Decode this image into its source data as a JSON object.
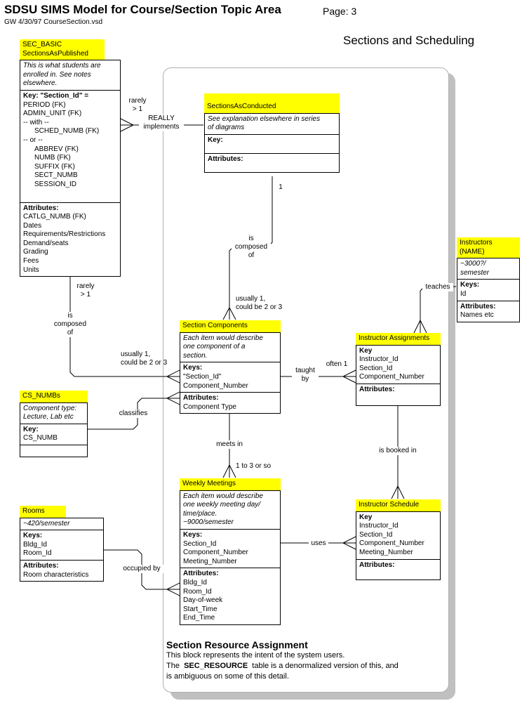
{
  "header": {
    "title": "SDSU SIMS Model for Course/Section Topic Area",
    "page": "Page: 3",
    "subtitle": "GW 4/30/97 CourseSection.vsd",
    "heading": "Sections and Scheduling"
  },
  "entities": {
    "sec_basic": {
      "title": [
        "SEC_BASIC",
        "SectionsAsPublished"
      ],
      "note": [
        "This is what students are",
        "enrolled in. See notes",
        "elsewhere."
      ],
      "keys_label": "Key: \"Section_Id\" =",
      "keys": [
        "PERIOD (FK)",
        "ADMIN_UNIT (FK)",
        "-- with --"
      ],
      "keys_with": [
        "SCHED_NUMB (FK)"
      ],
      "keys_or": "-- or --",
      "keys_or_items": [
        "ABBREV (FK)",
        "NUMB (FK)",
        "SUFFIX (FK)",
        "SECT_NUMB",
        "SESSION_ID"
      ],
      "attr_label": "Attributes:",
      "attrs": [
        "CATLG_NUMB (FK)",
        "Dates",
        "Requirements/Restrictions",
        "Demand/seats",
        "Grading",
        "Fees",
        "Units"
      ]
    },
    "sections_conducted": {
      "title": "SectionsAsConducted",
      "note": [
        "See explanation elsewhere in series",
        "of diagrams"
      ],
      "keys_label": "Key:",
      "attr_label": "Attributes:"
    },
    "instructors": {
      "title": [
        "Instructors",
        "(NAME)"
      ],
      "note": [
        "~3000?/",
        "semester"
      ],
      "keys_label": "Keys:",
      "keys": [
        "Id"
      ],
      "attr_label": "Attributes:",
      "attrs": [
        "Names etc"
      ]
    },
    "section_components": {
      "title": "Section Components",
      "note": [
        "Each item would describe",
        "one component of a",
        "section."
      ],
      "keys_label": "Keys:",
      "keys": [
        "\"Section_Id\"",
        "Component_Number"
      ],
      "attr_label": "Attributes:",
      "attrs": [
        "Component Type"
      ]
    },
    "instructor_assignments": {
      "title": "Instructor Assignments",
      "keys_label": "Key",
      "keys": [
        "Instructor_Id",
        "Section_Id",
        "Component_Number"
      ],
      "attr_label": "Attributes:"
    },
    "cs_numbs": {
      "title": "CS_NUMBs",
      "note": [
        "Component type:",
        "Lecture, Lab etc"
      ],
      "keys_label": "Key:",
      "keys": [
        "CS_NUMB"
      ]
    },
    "weekly_meetings": {
      "title": "Weekly Meetings",
      "note": [
        "Each item would describe",
        "one weekly meeting day/",
        "time/place.",
        "~9000/semester"
      ],
      "keys_label": "Keys:",
      "keys": [
        "Section_Id",
        "Component_Number",
        "Meeting_Number"
      ],
      "attr_label": "Attributes:",
      "attrs": [
        "Bldg_Id",
        "Room_Id",
        "Day-of-week",
        "Start_Time",
        "End_Time"
      ]
    },
    "instructor_schedule": {
      "title": "Instructor Schedule",
      "keys_label": "Key",
      "keys": [
        "Instructor_Id",
        "Section_Id",
        "Component_Number",
        "Meeting_Number"
      ],
      "attr_label": "Attributes:"
    },
    "rooms": {
      "title": "Rooms",
      "note": [
        "~420/semester"
      ],
      "keys_label": "Keys:",
      "keys": [
        "Bldg_Id",
        "Room_Id"
      ],
      "attr_label": "Attributes:",
      "attrs": [
        "Room characteristics"
      ]
    }
  },
  "labels": {
    "rarely_gt1_top": [
      "rarely",
      "> 1"
    ],
    "really_implements": [
      "REALLY",
      "implements"
    ],
    "one": "1",
    "is_composed_of_mid": [
      "is",
      "composed",
      "of"
    ],
    "usually_one_a": [
      "usually 1,",
      "could be 2 or 3"
    ],
    "rarely_gt1_left": [
      "rarely",
      "> 1"
    ],
    "is_composed_of_left": [
      "is",
      "composed",
      "of"
    ],
    "usually_one_b": [
      "usually 1,",
      "could be 2 or 3"
    ],
    "teaches": "teaches",
    "taught_by": [
      "taught",
      "by"
    ],
    "often_one": "often 1",
    "classifies": "classifies",
    "meets_in": "meets in",
    "one_to_three": "1 to 3 or so",
    "is_booked_in": "is booked in",
    "uses": "uses",
    "occupied_by": "occupied by"
  },
  "bottom": {
    "title": "Section Resource Assignment",
    "line1": "This block represents the intent of the system users.",
    "line2_pre": "The",
    "line2_bold": "SEC_RESOURCE",
    "line2_post": "table is a denormalized version of this, and",
    "line3": "is ambiguous on some of this detail."
  }
}
